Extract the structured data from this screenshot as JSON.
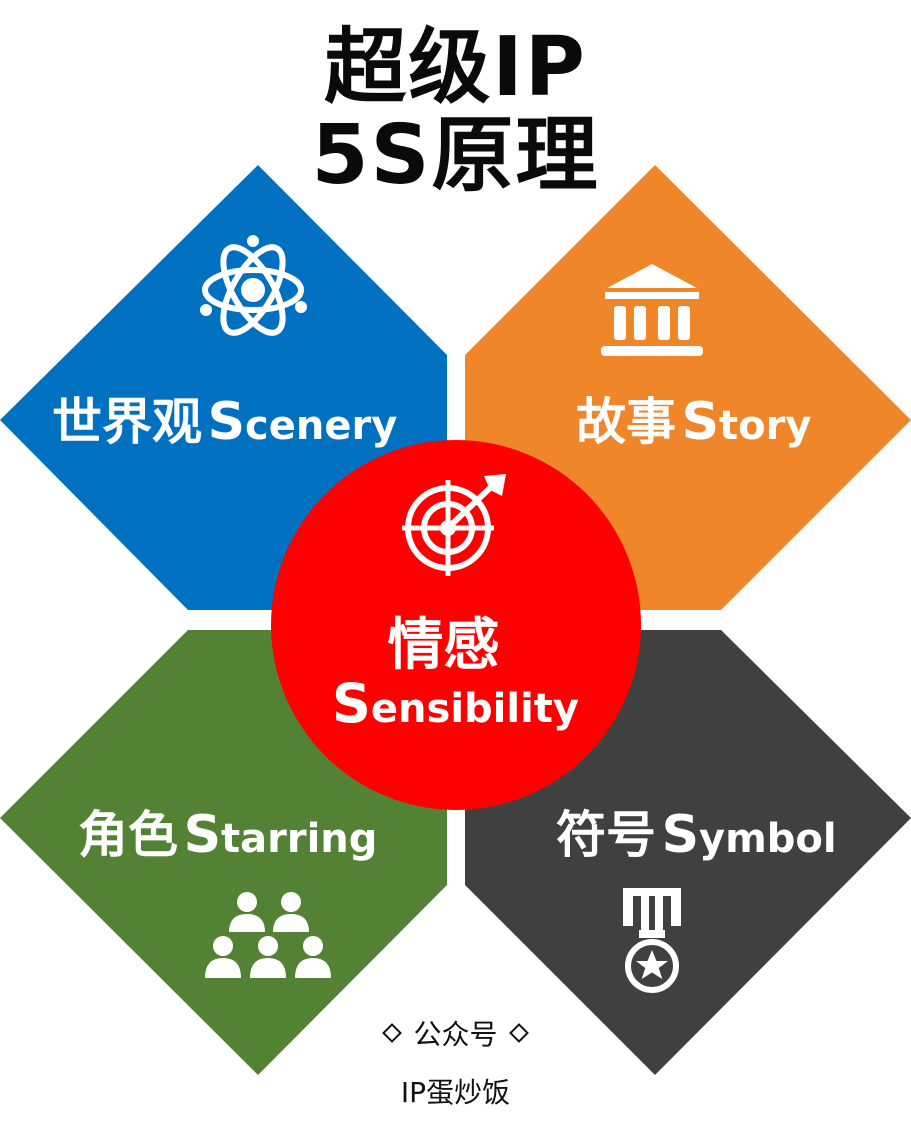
{
  "title": {
    "line1": "超级IP",
    "line2": "5S原理"
  },
  "quadrants": {
    "scenery": {
      "zh": "世界观",
      "en_initial": "S",
      "en_rest": "cenery",
      "color": "#0070C0",
      "icon": "atom-icon"
    },
    "story": {
      "zh": "故事",
      "en_initial": "S",
      "en_rest": "tory",
      "color": "#F0862A",
      "icon": "bank-building-icon"
    },
    "starring": {
      "zh": "角色",
      "en_initial": "S",
      "en_rest": "tarring",
      "color": "#548235",
      "icon": "people-group-icon"
    },
    "symbol": {
      "zh": "符号",
      "en_initial": "S",
      "en_rest": "ymbol",
      "color": "#404040",
      "icon": "medal-icon"
    }
  },
  "center": {
    "zh": "情感",
    "en_initial": "S",
    "en_rest": "ensibility",
    "color": "#FF0000",
    "icon": "target-arrow-icon"
  },
  "footer": {
    "line1": "公众号",
    "line2": "IP蛋炒饭"
  }
}
